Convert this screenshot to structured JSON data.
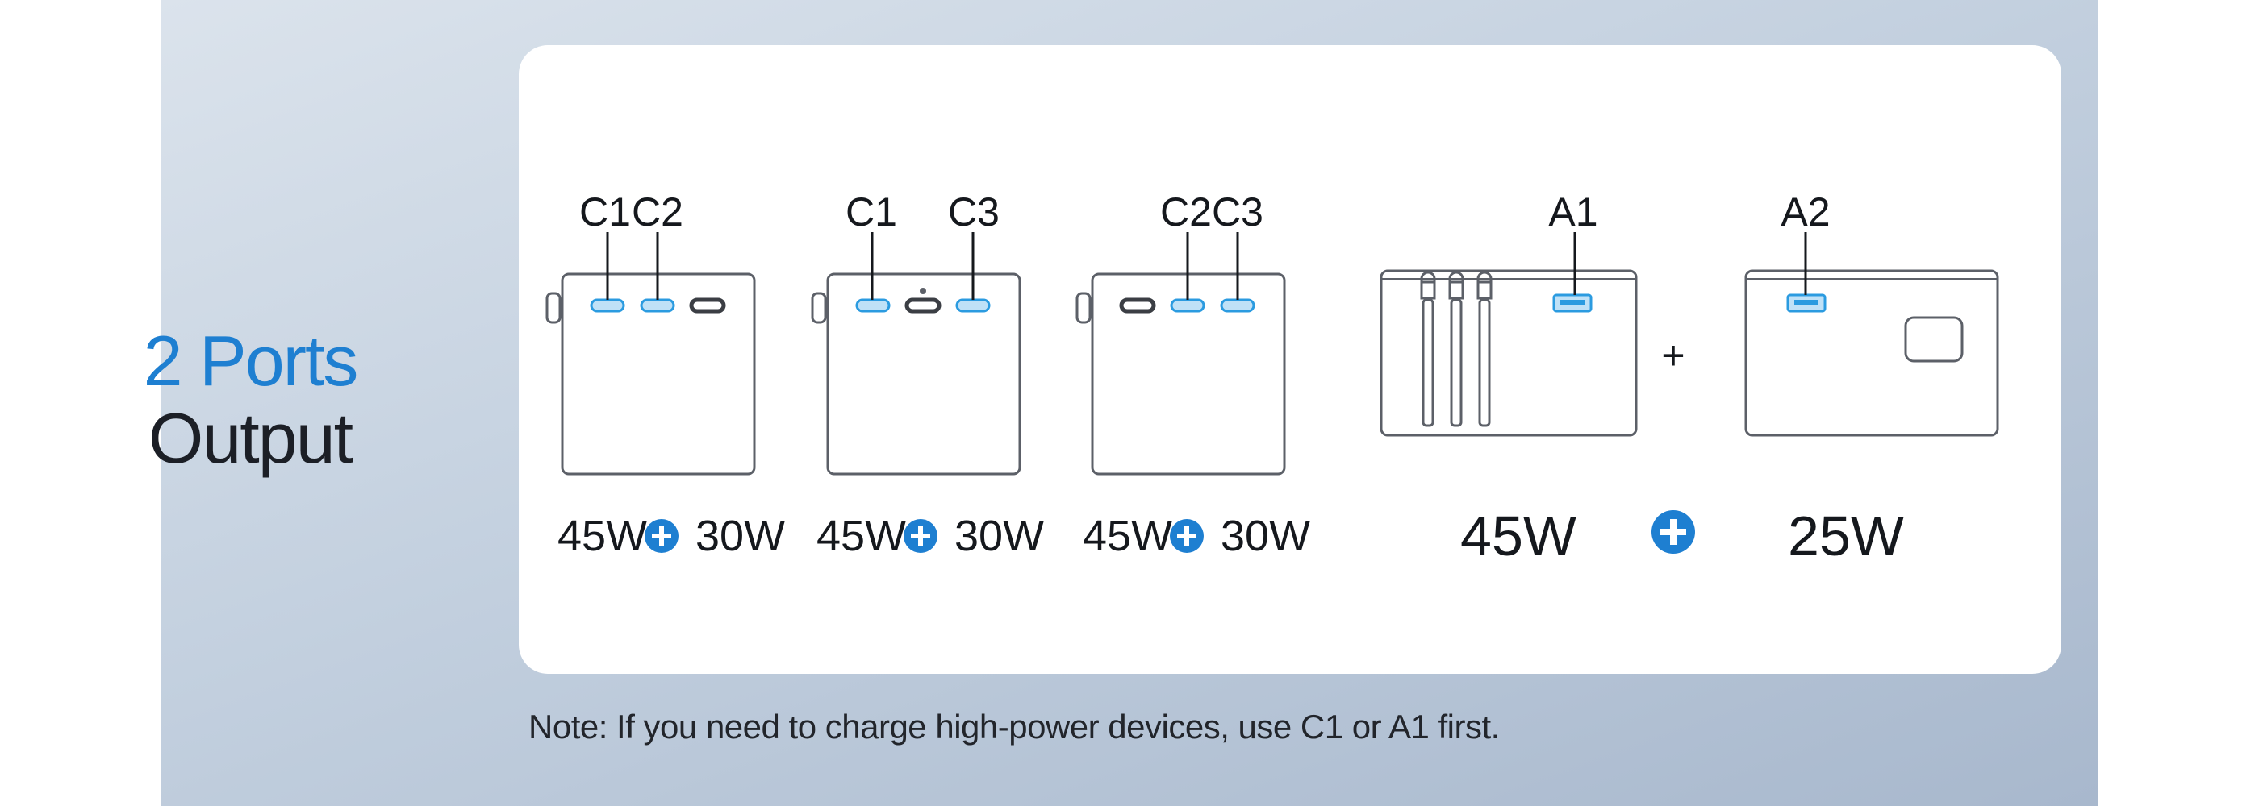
{
  "heading": {
    "line1": "2 Ports",
    "line2": "Output"
  },
  "colors": {
    "accent": "#1e7fd1",
    "port_highlight": "#2b9be0",
    "text": "#15181d"
  },
  "configs": [
    {
      "ports": [
        "C1",
        "C2"
      ],
      "watts": [
        "45W",
        "30W"
      ]
    },
    {
      "ports": [
        "C1",
        "C3"
      ],
      "watts": [
        "45W",
        "30W"
      ]
    },
    {
      "ports": [
        "C2",
        "C3"
      ],
      "watts": [
        "45W",
        "30W"
      ]
    },
    {
      "ports": [
        "A1",
        "A2"
      ],
      "watts": [
        "45W",
        "25W"
      ]
    }
  ],
  "plus_icon": "plus-circle-icon",
  "plus_sign": "+",
  "note": "Note: If you need to charge high-power devices, use C1 or A1 first."
}
